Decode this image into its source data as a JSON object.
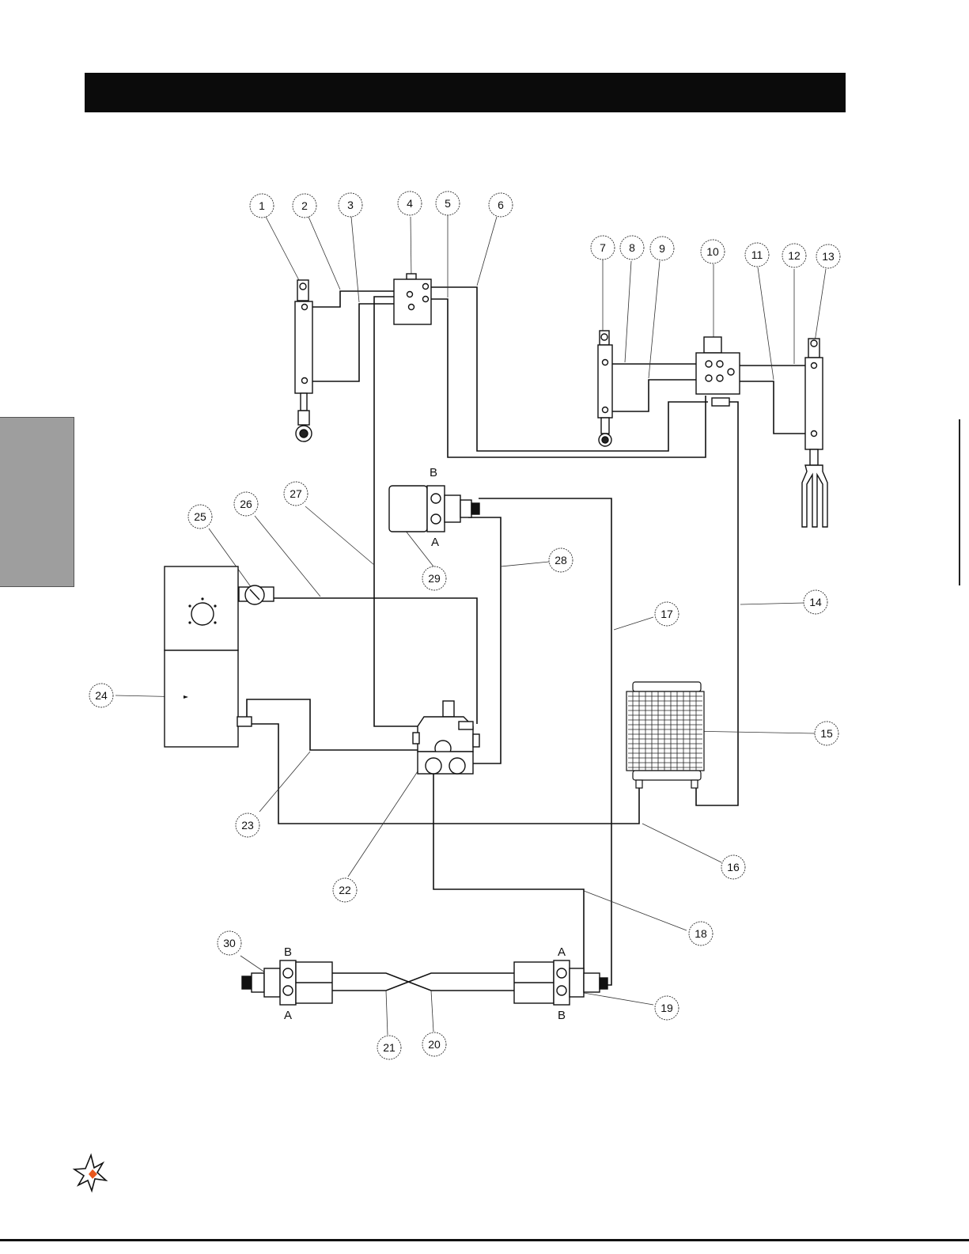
{
  "page": {
    "header_text": "",
    "accent_color": "#0b0b0b",
    "tab_color": "#9e9e9e"
  },
  "logo": {
    "icon": "starburst-logo-icon",
    "colors": [
      "#111111",
      "#e8571c"
    ]
  },
  "callouts": [
    "1",
    "2",
    "3",
    "4",
    "5",
    "6",
    "7",
    "8",
    "9",
    "10",
    "11",
    "12",
    "13",
    "14",
    "15",
    "16",
    "17",
    "18",
    "19",
    "20",
    "21",
    "22",
    "23",
    "24",
    "25",
    "26",
    "27",
    "28",
    "29",
    "30"
  ],
  "port_labels": {
    "motor_top_b": "B",
    "motor_top_a": "A",
    "left_motor_b": "B",
    "left_motor_a": "A",
    "right_motor_a": "A",
    "right_motor_b": "B"
  }
}
